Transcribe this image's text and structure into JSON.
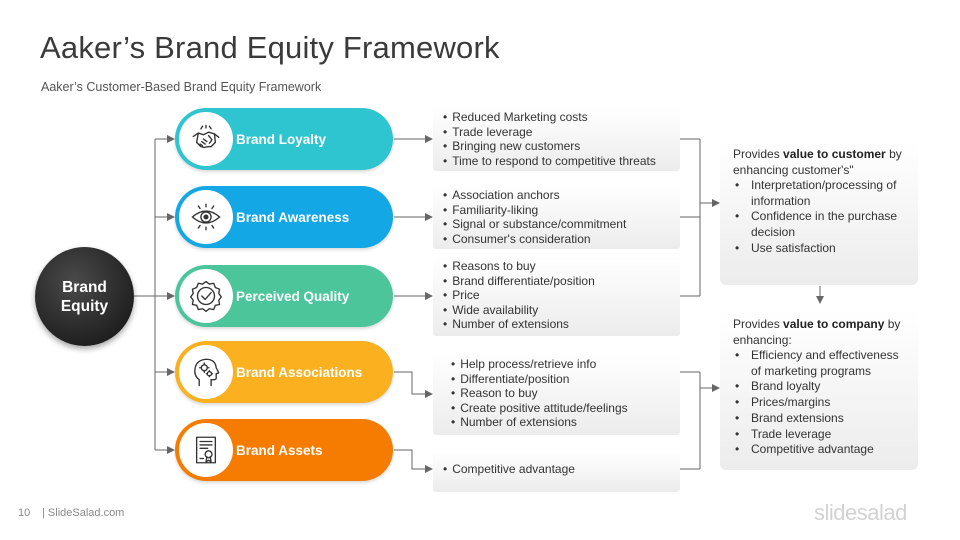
{
  "header": {
    "title": "Aaker’s Brand Equity Framework",
    "subtitle": "Aaker’s Customer-Based  Brand  Equity Framework"
  },
  "center": {
    "label": "Brand Equity"
  },
  "pillars": [
    {
      "label": "Brand Loyalty",
      "icon": "handshake-icon",
      "color": "#2ec4d0",
      "bullets": [
        "Reduced Marketing costs",
        "Trade leverage",
        "Bringing new customers",
        "Time to respond to competitive threats"
      ]
    },
    {
      "label": "Brand Awareness",
      "icon": "eye-icon",
      "color": "#14a7e6",
      "bullets": [
        "Association anchors",
        "Familiarity-liking",
        "Signal or substance/commitment",
        "Consumer's consideration"
      ]
    },
    {
      "label": "Perceived Quality",
      "icon": "quality-badge-icon",
      "color": "#4cc59b",
      "bullets": [
        "Reasons to buy",
        "Brand differentiate/position",
        "Price",
        "Wide availability",
        "Number of extensions"
      ]
    },
    {
      "label": "Brand Associations",
      "icon": "head-gears-icon",
      "color": "#fbb020",
      "bullets": [
        "Help process/retrieve info",
        "Differentiate/position",
        "Reason to buy",
        "Create positive attitude/feelings",
        "Number of extensions"
      ]
    },
    {
      "label": "Brand Assets",
      "icon": "certificate-icon",
      "color": "#f57c00",
      "bullets": [
        "Competitive advantage"
      ]
    }
  ],
  "customer_value": {
    "lead_prefix": "Provides ",
    "lead_bold": "value to customer",
    "lead_suffix": " by enhancing customer's\"",
    "items": [
      "Interpretation/processing of information",
      "Confidence in the purchase decision",
      "Use satisfaction"
    ]
  },
  "company_value": {
    "lead_prefix": "Provides ",
    "lead_bold": "value to company",
    "lead_suffix": " by enhancing:",
    "items": [
      "Efficiency and effectiveness of marketing programs",
      "Brand loyalty",
      "Prices/margins",
      "Brand extensions",
      "Trade leverage",
      "Competitive advantage"
    ]
  },
  "footer": {
    "page": "10",
    "site": "| SlideSalad.com",
    "brand": "slidesalad"
  },
  "colors": {
    "connector": "#666666",
    "box_bg": "#f0f0f0"
  }
}
